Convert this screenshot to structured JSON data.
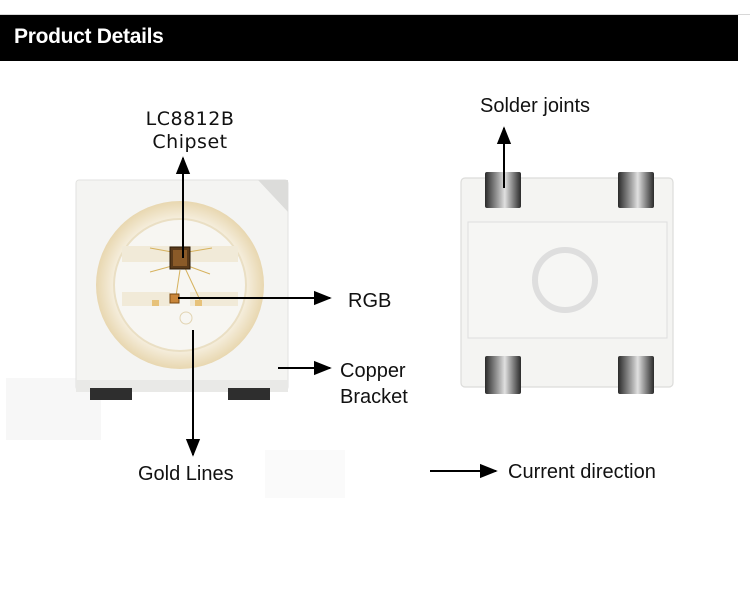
{
  "header": {
    "title": "Product Details"
  },
  "labels": {
    "chipset_line1": "LC8812B",
    "chipset_line2": "Chipset",
    "rgb": "RGB",
    "copper_line1": "Copper",
    "copper_line2": "Bracket",
    "gold_lines": "Gold Lines",
    "solder_joints": "Solder joints",
    "current_direction": "Current direction"
  },
  "colors": {
    "header_bg": "#000000",
    "header_text": "#ffffff",
    "led_body": "#f3f3f1",
    "gold_ring": "#ecdcb8",
    "copper_wire": "#d9b86c",
    "pad_dark": "#3a3a3a"
  }
}
